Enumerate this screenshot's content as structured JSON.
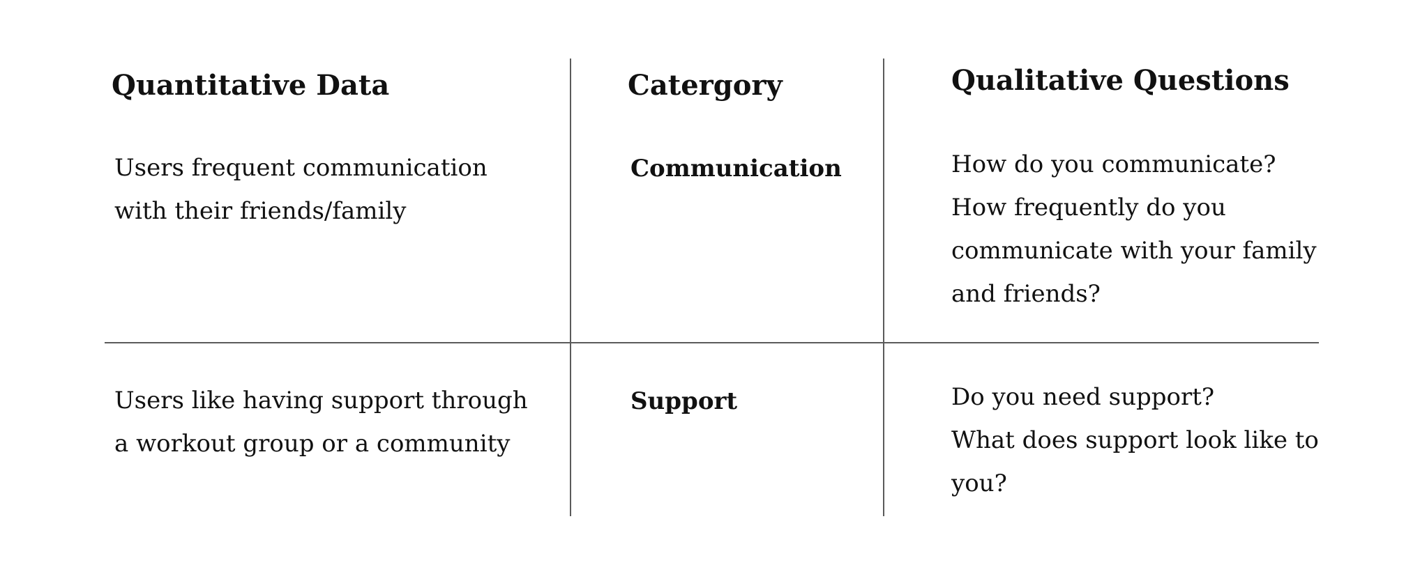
{
  "table": {
    "headers": {
      "quantitative": "Quantitative Data",
      "category": "Catergory",
      "qualitative": "Qualitative Questions"
    },
    "rows": [
      {
        "quantitative_lines": [
          "Users frequent communication",
          "with their friends/family"
        ],
        "category": "Communication",
        "qualitative_lines": [
          "How do you communicate?",
          "How frequently do you",
          "communicate with your family",
          "and friends?"
        ]
      },
      {
        "quantitative_lines": [
          "Users like having support through",
          "a workout group or a community"
        ],
        "category": "Support",
        "qualitative_lines": [
          "Do you need support?",
          "What does support look like to",
          "you?"
        ]
      }
    ]
  }
}
